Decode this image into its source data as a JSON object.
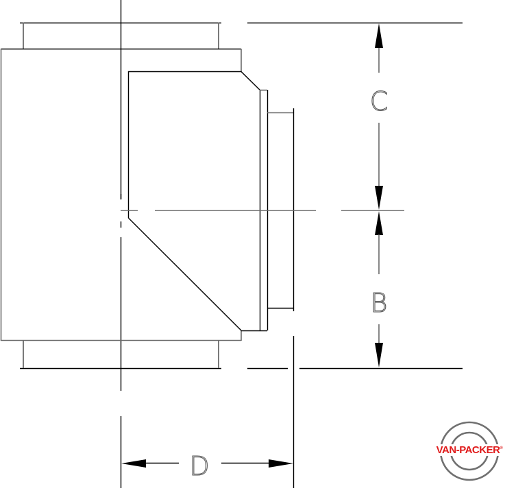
{
  "diagram": {
    "type": "technical-drawing",
    "subject": "tee fitting elevation with dimensions",
    "colors": {
      "line": "#000000",
      "secondary_line": "#6b6b6b",
      "background": "#ffffff",
      "logo_red": "#e01b1b",
      "logo_ring": "#707070"
    },
    "dimensions": {
      "c": {
        "label": "C"
      },
      "b": {
        "label": "B"
      },
      "d": {
        "label": "D"
      }
    }
  },
  "logo": {
    "text": "VAN-PACKER",
    "registered_mark": "®"
  }
}
